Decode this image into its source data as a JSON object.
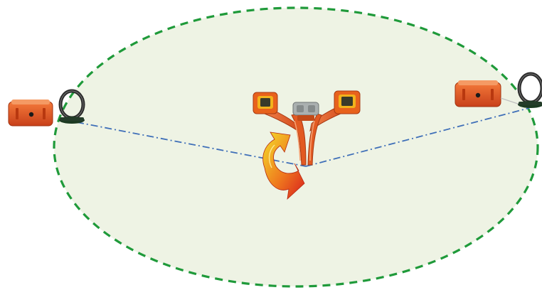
{
  "diagram": {
    "colors": {
      "background": "#ffffff",
      "field_fill": "#eef3e4",
      "field_border": "#1f9a3a",
      "signal_line": "#3f6fb8",
      "device_orange": "#e8531f",
      "device_orange_dark": "#b8380f",
      "receiver_body": "#e8621c",
      "receiver_screen": "#f2b21c",
      "receiver_panel": "#aab0b0",
      "coil_dark": "#2a2a2a",
      "coil_base": "#1c3a22",
      "arrow_yellow": "#f4e02a",
      "arrow_orange": "#ef7a1e",
      "arrow_red": "#d81e1e"
    },
    "elements": [
      {
        "name": "field-ellipse",
        "kind": "dashed-ellipse"
      },
      {
        "name": "left-transmitter-icon",
        "kind": "transmitter"
      },
      {
        "name": "right-transmitter-icon",
        "kind": "transmitter"
      },
      {
        "name": "left-signal-line",
        "kind": "dash-dot-line"
      },
      {
        "name": "right-signal-line",
        "kind": "dash-dot-line"
      },
      {
        "name": "locator-receiver-icon",
        "kind": "dual-receiver"
      },
      {
        "name": "rotation-arrow-icon",
        "kind": "curved-arrow"
      }
    ]
  }
}
